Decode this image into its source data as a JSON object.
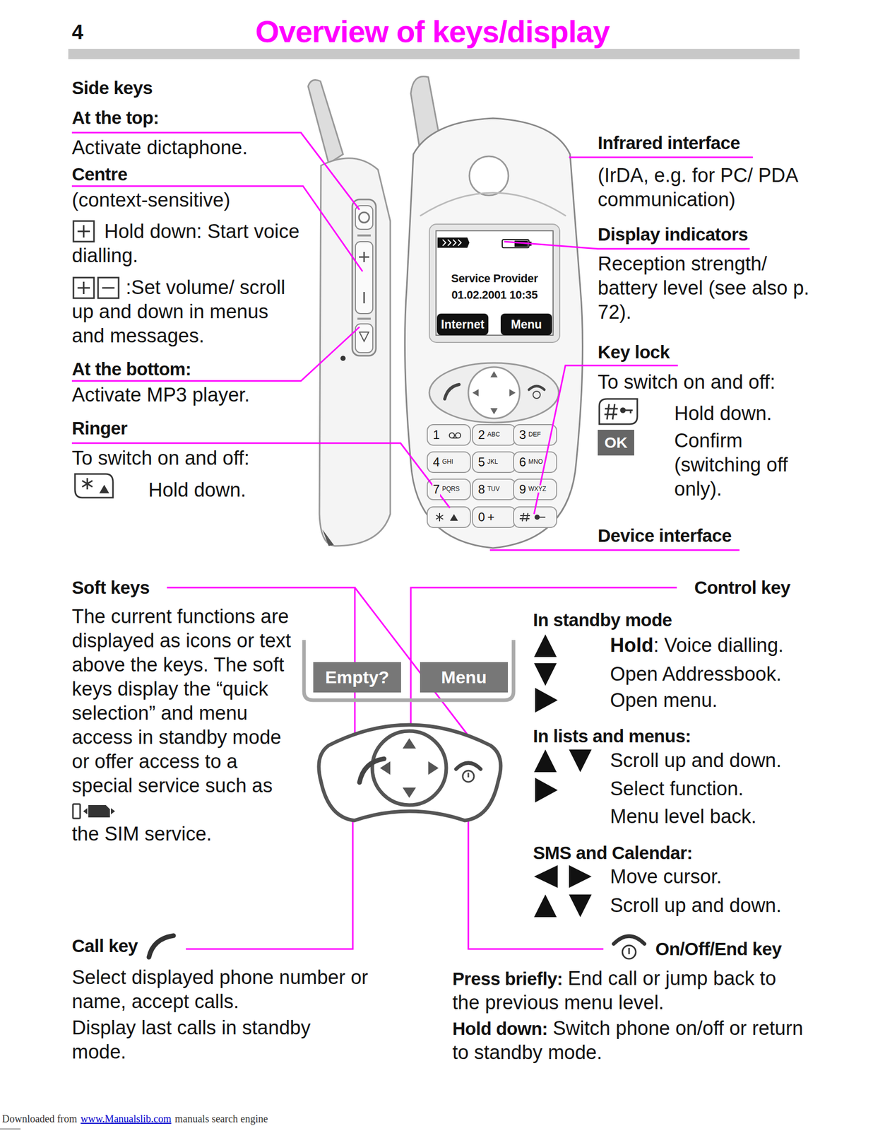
{
  "diagram": {
    "title": "Overview of keys/display",
    "nodes": [
      {
        "text": [
          "Internet"
        ]
      },
      {
        "text": [
          "Menu"
        ]
      },
      {
        "text": [
          "OK"
        ]
      },
      {
        "text": [
          "Empty?"
        ]
      },
      {
        "text": [
          "Menu"
        ]
      }
    ],
    "labels": [
      "4",
      "Side keys",
      "At the top:",
      "Activate dictaphone.",
      "Centre",
      "(context-sensitive)",
      "Hold down: Start voice dialling.",
      ":Set volume/ scroll up and down in menus and messages.",
      "At the bottom:",
      "Activate MP3 player.",
      "Ringer",
      "To switch on and off:",
      "Hold down.",
      "Service Provider",
      "01.02.2001 10:35",
      "1",
      "2",
      "ABC",
      "3",
      "DEF",
      "4",
      "GHI",
      "5",
      "JKL",
      "6",
      "MNO",
      "7",
      "PQRS",
      "8",
      "TUV",
      "9",
      "WXYZ",
      "0",
      "+",
      "Infrared interface",
      "(IrDA, e.g. for PC/ PDA communication)",
      "Display indicators",
      "Reception strength/ battery level (see also p. 72).",
      "Key lock",
      "To switch on and off:",
      "Hold down.",
      "Confirm (switching off only).",
      "Device interface",
      "Soft keys",
      "The current functions are displayed as icons or text above the keys. The soft keys display the “quick selection” and menu access in standby mode or offer access to a special service such as",
      "the SIM service.",
      "Control key",
      "In standby mode",
      "Hold",
      ": Voice dialling.",
      "Open Addressbook.",
      "Open menu.",
      "In lists and menus:",
      "Scroll up and down.",
      "Select function.",
      "Menu level back.",
      "SMS and Calendar:",
      "Move cursor.",
      "Scroll up and down.",
      "Call key",
      "Select displayed phone number or name, accept calls.",
      "Display last calls in standby mode.",
      "On/Off/End key",
      "Press briefly:",
      "End call or jump back to the previous menu level.",
      "Hold down:",
      "Switch phone on/off or return to standby mode.",
      "Downloaded from",
      "www.Manualslib.com",
      "manuals search engine"
    ]
  }
}
